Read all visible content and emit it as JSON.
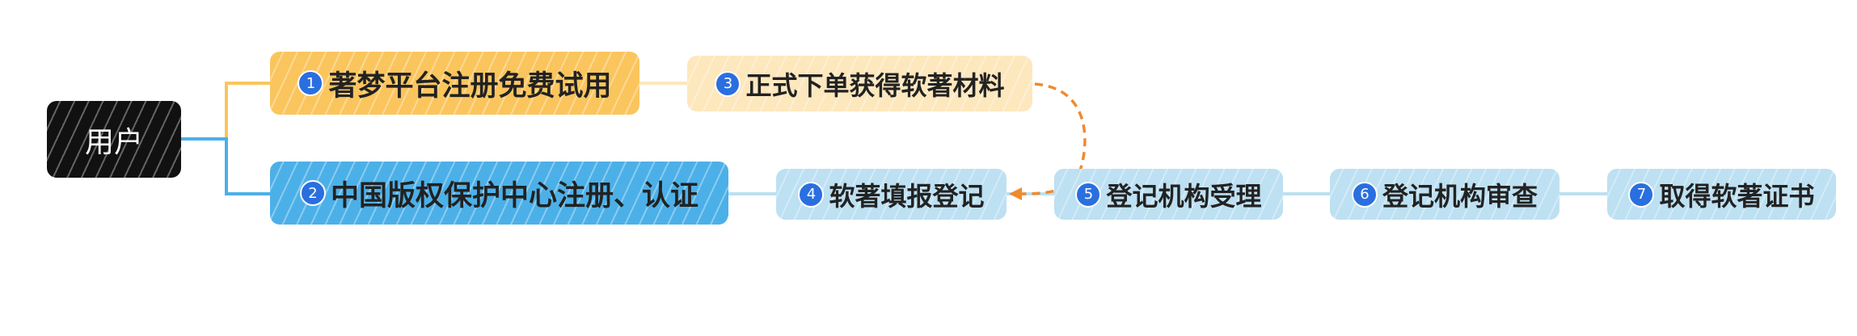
{
  "root": {
    "label": "用户"
  },
  "nodes": [
    {
      "num": "1",
      "label": "著梦平台注册免费试用"
    },
    {
      "num": "2",
      "label": "中国版权保护中心注册、认证"
    },
    {
      "num": "3",
      "label": "正式下单获得软著材料"
    },
    {
      "num": "4",
      "label": "软著填报登记"
    },
    {
      "num": "5",
      "label": "登记机构受理"
    },
    {
      "num": "6",
      "label": "登记机构审查"
    },
    {
      "num": "7",
      "label": "取得软著证书"
    }
  ],
  "colors": {
    "orange": "#fbc55d",
    "light_orange": "#fde7bd",
    "blue": "#4cb0e8",
    "light_blue": "#bde0f2",
    "root": "#111111",
    "arrow": "#f08a2c"
  }
}
